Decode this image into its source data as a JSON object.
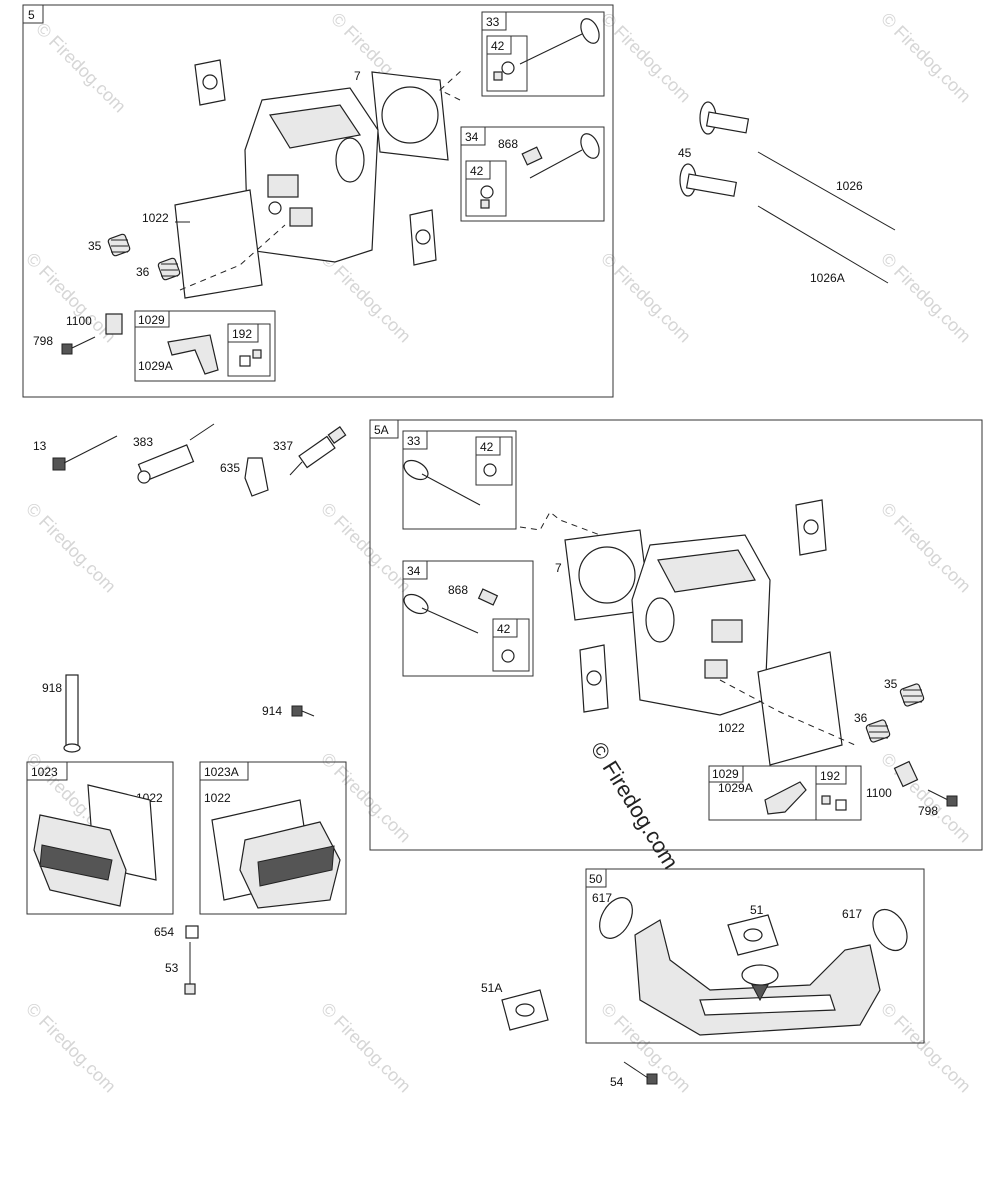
{
  "watermark": "© Firedog.com",
  "groups": {
    "g5": "5",
    "g5a": "5A",
    "g50": "50",
    "g1023": "1023",
    "g1023a": "1023A",
    "sub33": "33",
    "sub34": "34",
    "sub42": "42",
    "sub1029": "1029",
    "sub192": "192"
  },
  "callouts": {
    "c7": "7",
    "c868": "868",
    "c1022": "1022",
    "c35": "35",
    "c36": "36",
    "c1100": "1100",
    "c798": "798",
    "c1029a": "1029A",
    "c45": "45",
    "c1026": "1026",
    "c1026a": "1026A",
    "c13": "13",
    "c383": "383",
    "c337": "337",
    "c635": "635",
    "c918": "918",
    "c914": "914",
    "c654": "654",
    "c53": "53",
    "c617": "617",
    "c51": "51",
    "c51a": "51A",
    "c54": "54"
  }
}
